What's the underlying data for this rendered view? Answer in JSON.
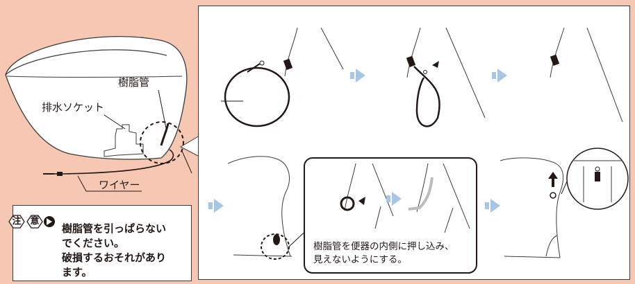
{
  "labels": {
    "resin_tube": "樹脂管",
    "drain_socket": "排水ソケット",
    "wire": "ワイヤー"
  },
  "caution": {
    "char1": "注",
    "char2": "意",
    "lines": [
      "樹脂管を引っぱらない",
      "でください。",
      "破損するおそれがあり",
      "ます。"
    ]
  },
  "instruction": {
    "lines": [
      "樹脂管を便器の内側に押し込み、",
      "見えないようにする。"
    ]
  },
  "colors": {
    "background": "#f6c7b2",
    "arrow": "#a9c5e6",
    "line": "#231815"
  }
}
